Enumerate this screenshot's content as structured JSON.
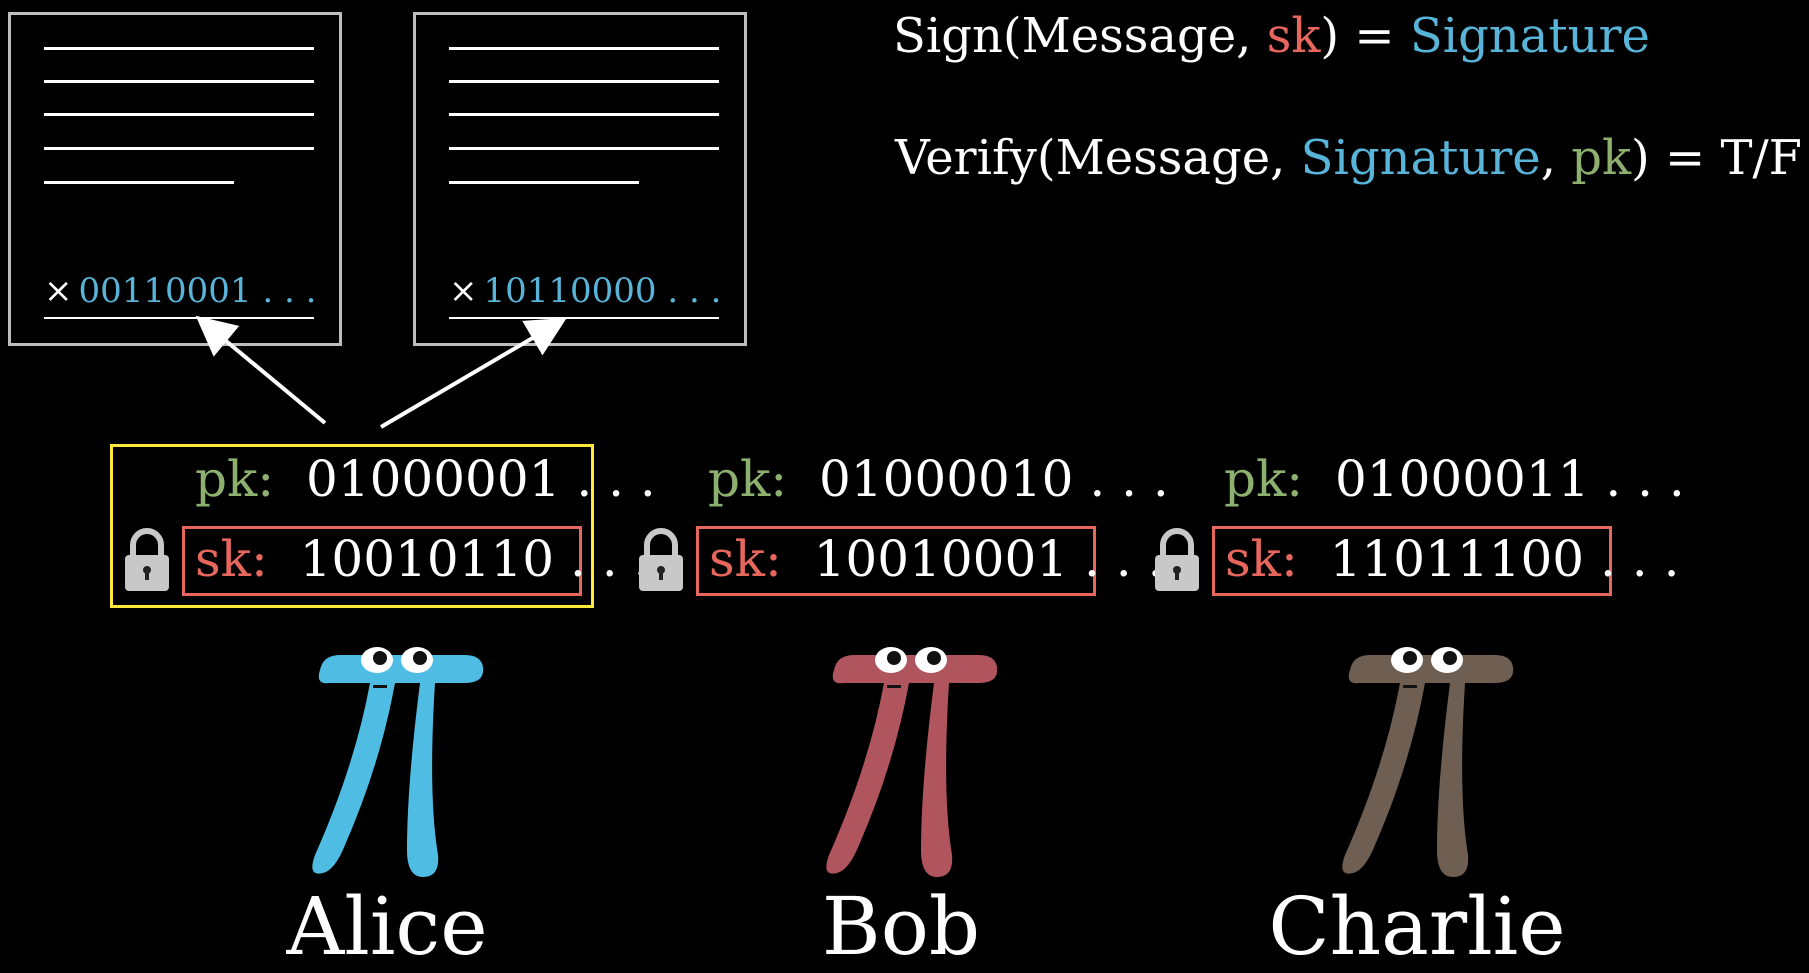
{
  "documents": [
    {
      "x_symbol": "×",
      "signature": "00110001 . . ."
    },
    {
      "x_symbol": "×",
      "signature": "10110000 . . ."
    }
  ],
  "formulas": {
    "sign": {
      "fn": "Sign(Message, ",
      "sk": "sk",
      "mid": ") = ",
      "sig": "Signature"
    },
    "verify": {
      "fn": "Verify(Message, ",
      "sig": "Signature",
      "sep": ", ",
      "pk": "pk",
      "end": ") = T/F"
    }
  },
  "people": [
    {
      "name": "Alice",
      "pk_label": "pk:",
      "pk": "01000001 . . .",
      "sk_label": "sk:",
      "sk": "10010110 . . .",
      "color": "#4fbde3",
      "highlighted": true
    },
    {
      "name": "Bob",
      "pk_label": "pk:",
      "pk": "01000010 . . .",
      "sk_label": "sk:",
      "sk": "10010001 . . .",
      "color": "#b0555e",
      "highlighted": false
    },
    {
      "name": "Charlie",
      "pk_label": "pk:",
      "pk": "01000011 . . .",
      "sk_label": "sk:",
      "sk": "11011100 . . .",
      "color": "#6f5f53",
      "highlighted": false
    }
  ],
  "colors": {
    "sk": "#e8675c",
    "signature": "#58b4d8",
    "pk": "#8eb06f",
    "highlight": "#ffea3b",
    "document_border": "#bdbdbd"
  }
}
